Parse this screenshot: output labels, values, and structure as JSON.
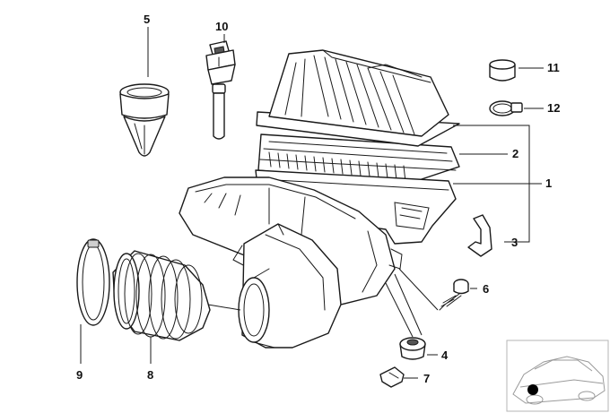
{
  "callouts": [
    {
      "id": "1",
      "label": "1"
    },
    {
      "id": "2",
      "label": "2"
    },
    {
      "id": "3",
      "label": "3"
    },
    {
      "id": "4",
      "label": "4"
    },
    {
      "id": "5",
      "label": "5"
    },
    {
      "id": "6",
      "label": "6"
    },
    {
      "id": "7",
      "label": "7"
    },
    {
      "id": "8",
      "label": "8"
    },
    {
      "id": "9",
      "label": "9"
    },
    {
      "id": "10",
      "label": "10"
    },
    {
      "id": "11",
      "label": "11"
    },
    {
      "id": "12",
      "label": "12"
    }
  ],
  "colors": {
    "line": "#1a1a1a",
    "shade": "#cfcfcf",
    "locator_dot": "#000000"
  }
}
